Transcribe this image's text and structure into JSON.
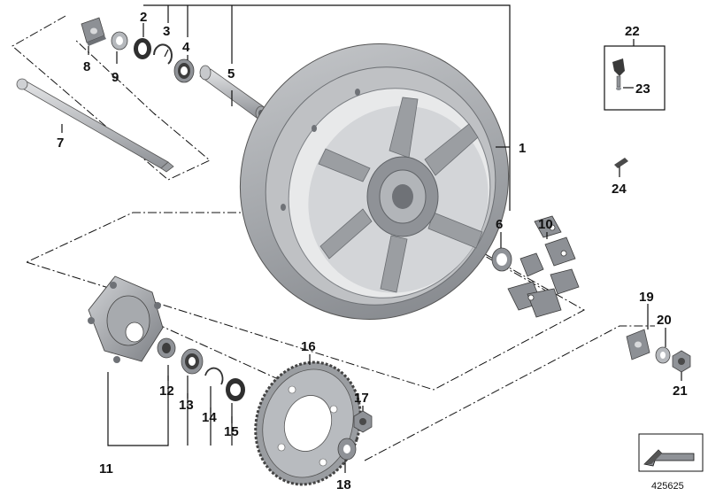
{
  "diagram": {
    "catalog_number": "425625",
    "callouts": {
      "c1": "1",
      "c2": "2",
      "c3": "3",
      "c4": "4",
      "c5": "5",
      "c6": "6",
      "c7": "7",
      "c8": "8",
      "c9": "9",
      "c10": "10",
      "c11": "11",
      "c12": "12",
      "c13": "13",
      "c14": "14",
      "c15": "15",
      "c16": "16",
      "c17": "17",
      "c18": "18",
      "c19": "19",
      "c20": "20",
      "c21": "21",
      "c22": "22",
      "c23": "23",
      "c24": "24"
    },
    "colors": {
      "rim": "#a9acb0",
      "rim_dark": "#7c7f84",
      "rim_light": "#d4d6d9",
      "part_gray": "#8a8d92",
      "rubber": "#3a3a3a",
      "line": "#111111"
    }
  }
}
